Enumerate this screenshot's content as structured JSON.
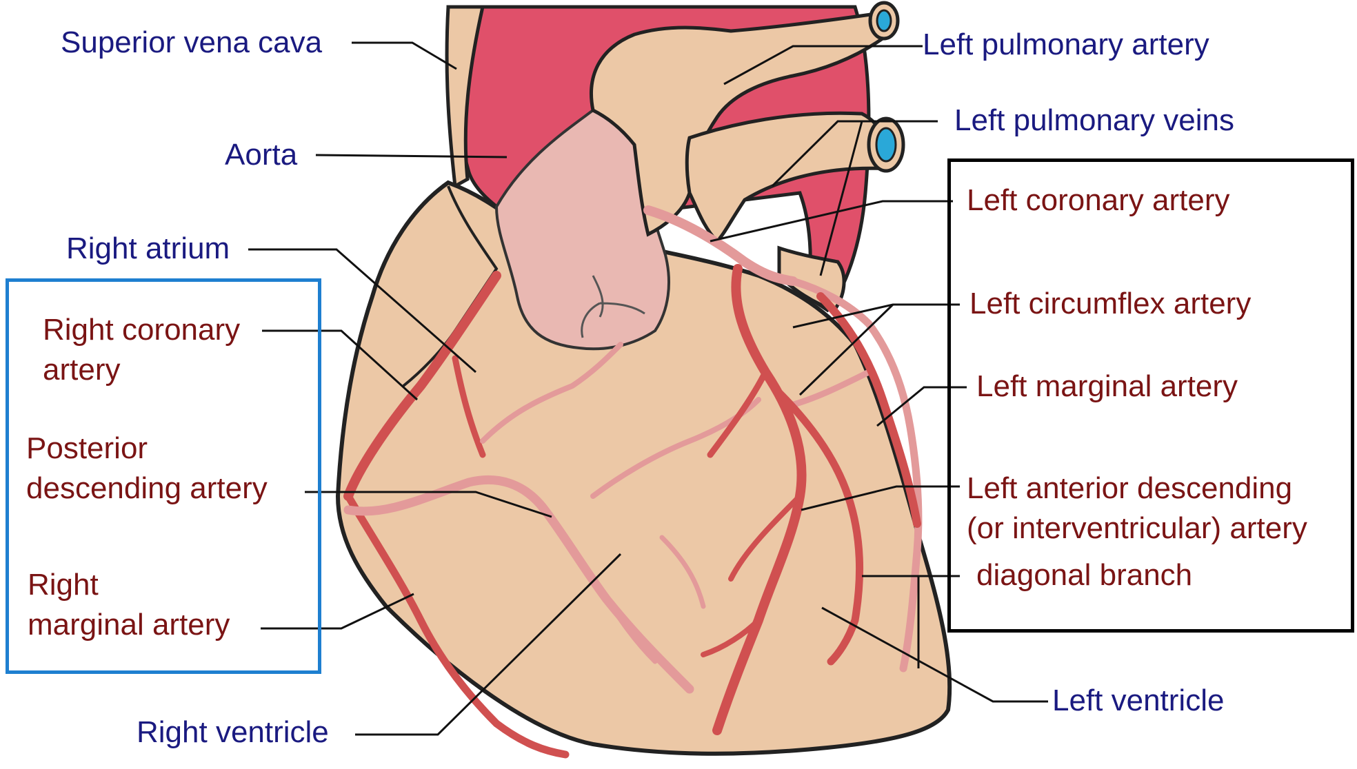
{
  "colors": {
    "heart_tissue": "#ecc8a6",
    "aorta_red": "#e0506a",
    "pulmonary_trunk": "#e9b8b2",
    "artery_dark": "#d05050",
    "artery_light": "#e39a9a",
    "vessel_lumen": "#2aa8d8",
    "label_blue": "#1a1a80",
    "label_red": "#7a1414",
    "left_group_box": "#1e7fd0",
    "right_group_box": "#000000"
  },
  "labels": {
    "superior_vena_cava": "Superior vena cava",
    "aorta": "Aorta",
    "right_atrium": "Right atrium",
    "right_coronary_artery_line1": "Right coronary",
    "right_coronary_artery_line2": "artery",
    "posterior_descending_line1": "Posterior",
    "posterior_descending_line2": "descending artery",
    "right_marginal_line1": "Right",
    "right_marginal_line2": "marginal artery",
    "right_ventricle": "Right ventricle",
    "left_pulmonary_artery": "Left pulmonary artery",
    "left_pulmonary_veins": "Left pulmonary veins",
    "left_coronary_artery": "Left coronary artery",
    "left_circumflex_artery": "Left circumflex artery",
    "left_marginal_artery": "Left marginal artery",
    "lad_line1": "Left anterior descending",
    "lad_line2": "(or interventricular) artery",
    "diagonal_branch": "diagonal branch",
    "left_ventricle": "Left ventricle"
  }
}
